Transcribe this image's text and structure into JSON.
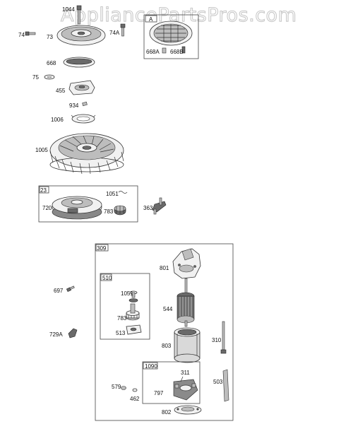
{
  "watermark": "AppliancePartsPros.com",
  "labels": {
    "p1044": "1044",
    "p74": "74",
    "p73": "73",
    "p74a": "74A",
    "p668": "668",
    "p75": "75",
    "p455": "455",
    "p934": "934",
    "p1006": "1006",
    "p1005": "1005",
    "box_a": "A",
    "p668a": "668A",
    "p668b": "668B",
    "box23": "23",
    "p1051a": "1051",
    "p720": "720",
    "p783a": "783",
    "p363": "363",
    "box309": "309",
    "p801": "801",
    "box510": "510",
    "p1051b": "1051",
    "p544": "544",
    "p783b": "783",
    "p513": "513",
    "p803": "803",
    "p310": "310",
    "p697": "697",
    "p729a": "729A",
    "box1090": "1090",
    "p311": "311",
    "p797": "797",
    "p579": "579",
    "p462": "462",
    "p503": "503",
    "p802": "802"
  }
}
